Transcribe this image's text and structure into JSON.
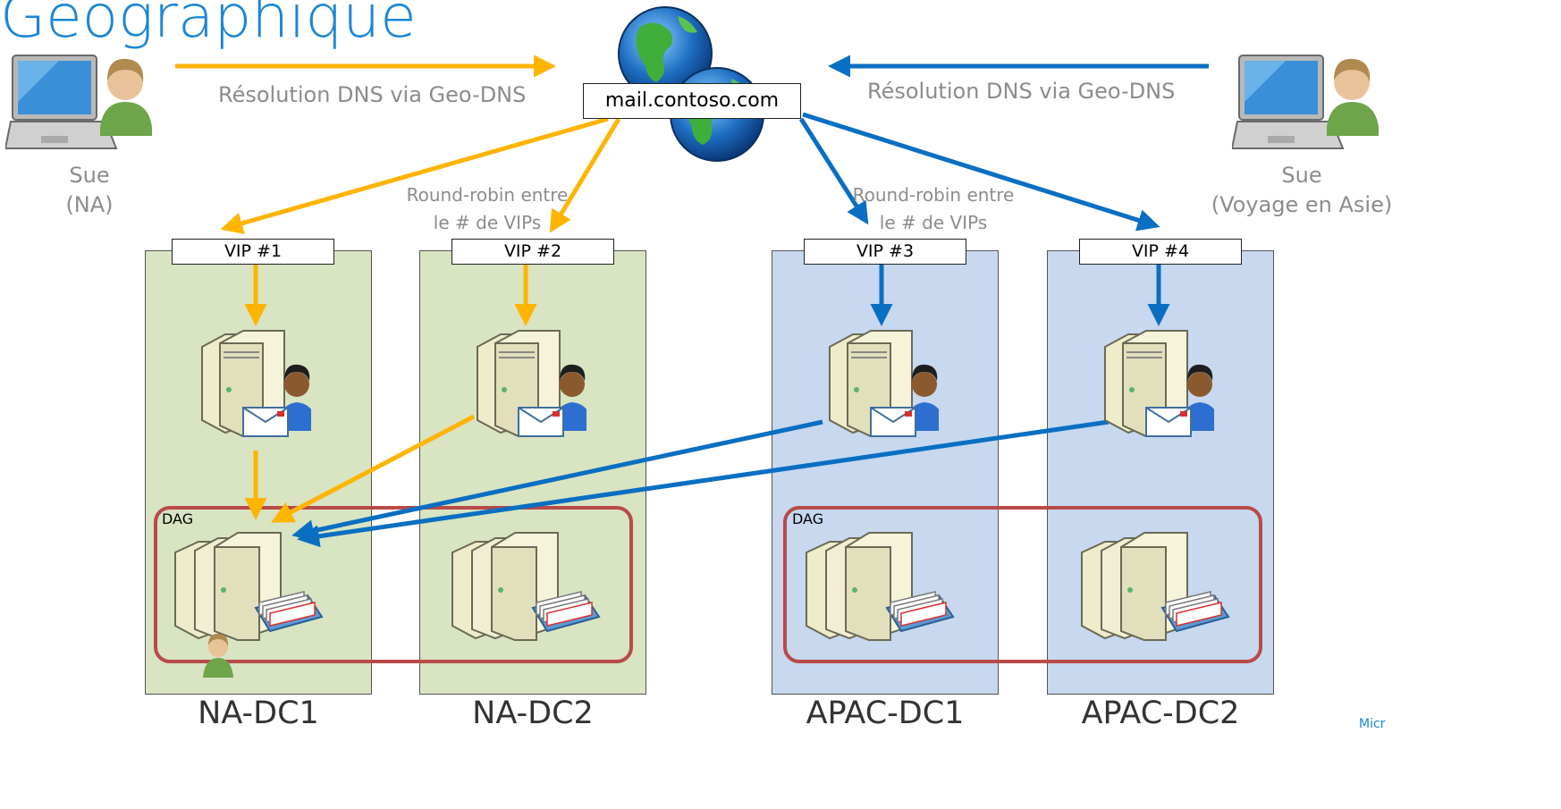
{
  "title": "Géographique",
  "users": {
    "left": {
      "name": "Sue",
      "region": "(NA)"
    },
    "right": {
      "name": "Sue",
      "region": "(Voyage en Asie)"
    }
  },
  "dns_label_left": "Résolution DNS via Geo-DNS",
  "dns_label_right": "Résolution DNS via Geo-DNS",
  "hostname": "mail.contoso.com",
  "round_robin": {
    "left": {
      "line1": "Round-robin entre",
      "line2": "le # de VIPs"
    },
    "right": {
      "line1": "Round-robin entre",
      "line2": "le # de VIPs"
    }
  },
  "datacenters": [
    {
      "label": "NA-DC1",
      "vip": "VIP #1"
    },
    {
      "label": "NA-DC2",
      "vip": "VIP #2"
    },
    {
      "label": "APAC-DC1",
      "vip": "VIP #3"
    },
    {
      "label": "APAC-DC2",
      "vip": "VIP #4"
    }
  ],
  "dag_label_na": "DAG",
  "dag_label_apac": "DAG",
  "footer_brand": "Micr",
  "colors": {
    "na_flow": "#ffb400",
    "apac_flow": "#0a6fc2",
    "dag_border": "#b94a48",
    "na_fill": "#d8e4c2",
    "apac_fill": "#c7d8ef"
  },
  "icons": [
    "laptop-user-icon",
    "globe-icon",
    "server-user-mail-icon",
    "mailbox-server-icon",
    "user-icon"
  ]
}
